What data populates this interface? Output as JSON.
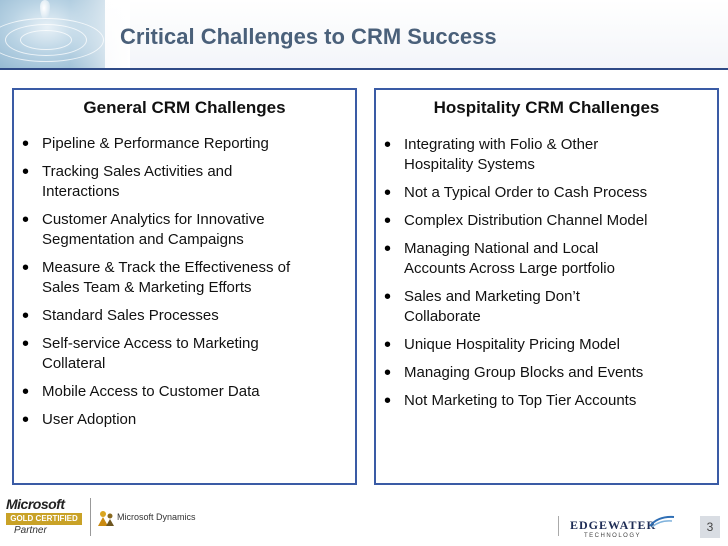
{
  "slide": {
    "title": "Critical Challenges to CRM Success",
    "page_number": "3"
  },
  "left_panel": {
    "heading": "General CRM Challenges",
    "items": [
      {
        "lines": [
          "Pipeline & Performance Reporting"
        ]
      },
      {
        "lines": [
          "Tracking Sales Activities and",
          "Interactions"
        ]
      },
      {
        "lines": [
          "Customer Analytics for Innovative",
          "Segmentation and Campaigns"
        ]
      },
      {
        "lines": [
          "Measure & Track the Effectiveness of",
          "Sales Team & Marketing Efforts"
        ]
      },
      {
        "lines": [
          "Standard Sales Processes"
        ]
      },
      {
        "lines": [
          "Self-service Access to Marketing",
          "Collateral"
        ]
      },
      {
        "lines": [
          "Mobile Access to Customer Data"
        ]
      },
      {
        "lines": [
          "User Adoption"
        ]
      }
    ]
  },
  "right_panel": {
    "heading": "Hospitality CRM Challenges",
    "items": [
      {
        "lines": [
          "Integrating with Folio & Other",
          "Hospitality Systems"
        ]
      },
      {
        "lines": [
          "Not a Typical Order to Cash Process"
        ]
      },
      {
        "lines": [
          "Complex Distribution Channel Model"
        ]
      },
      {
        "lines": [
          "Managing National and Local",
          "Accounts Across Large portfolio"
        ]
      },
      {
        "lines": [
          "Sales and Marketing Don’t",
          "Collaborate"
        ]
      },
      {
        "lines": [
          "Unique Hospitality Pricing Model"
        ]
      },
      {
        "lines": [
          "Managing Group Blocks and Events"
        ]
      },
      {
        "lines": [
          "Not Marketing to Top Tier Accounts"
        ]
      }
    ]
  },
  "footer": {
    "microsoft_word": "Microsoft",
    "gold_certified": "GOLD CERTIFIED",
    "partner": "Partner",
    "dynamics": "Microsoft Dynamics",
    "edgewater_name": "EDGEWATER",
    "edgewater_sub": "TECHNOLOGY"
  },
  "colors": {
    "title": "#4a607a",
    "panel_border": "#3a5ba5",
    "rule": "#2f4a86"
  },
  "icons": {
    "bullet": "•"
  }
}
